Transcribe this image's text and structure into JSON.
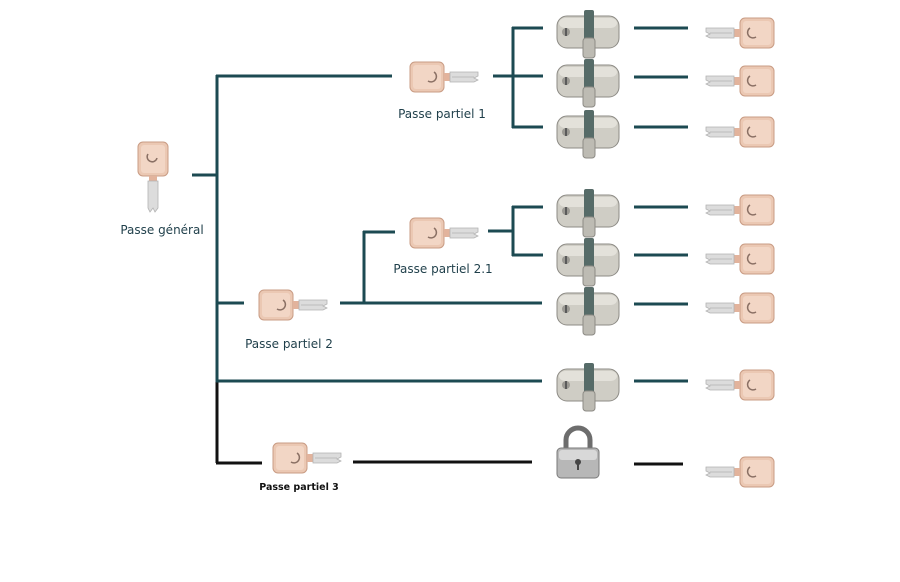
{
  "colors": {
    "line_teal": "#1c4a52",
    "line_black": "#111111",
    "key_copper": "#e9c3ad",
    "key_shadow": "#c99c84",
    "key_blade": "#d9d9d9",
    "cylinder": "#c6c4bc",
    "cylinder_dark": "#8d8b85",
    "cylinder_accent": "#566b68",
    "padlock_body": "#b7b7b7",
    "padlock_shackle": "#6d6d6d"
  },
  "labels": {
    "passe_general": "Passe général",
    "passe_partiel_1": "Passe partiel 1",
    "passe_partiel_2": "Passe partiel 2",
    "passe_partiel_2_1": "Passe partiel 2.1",
    "passe_partiel_3": "Passe partiel 3"
  },
  "icons": {
    "key": "key-icon",
    "cylinder": "cylinder-lock-icon",
    "padlock": "padlock-icon"
  }
}
